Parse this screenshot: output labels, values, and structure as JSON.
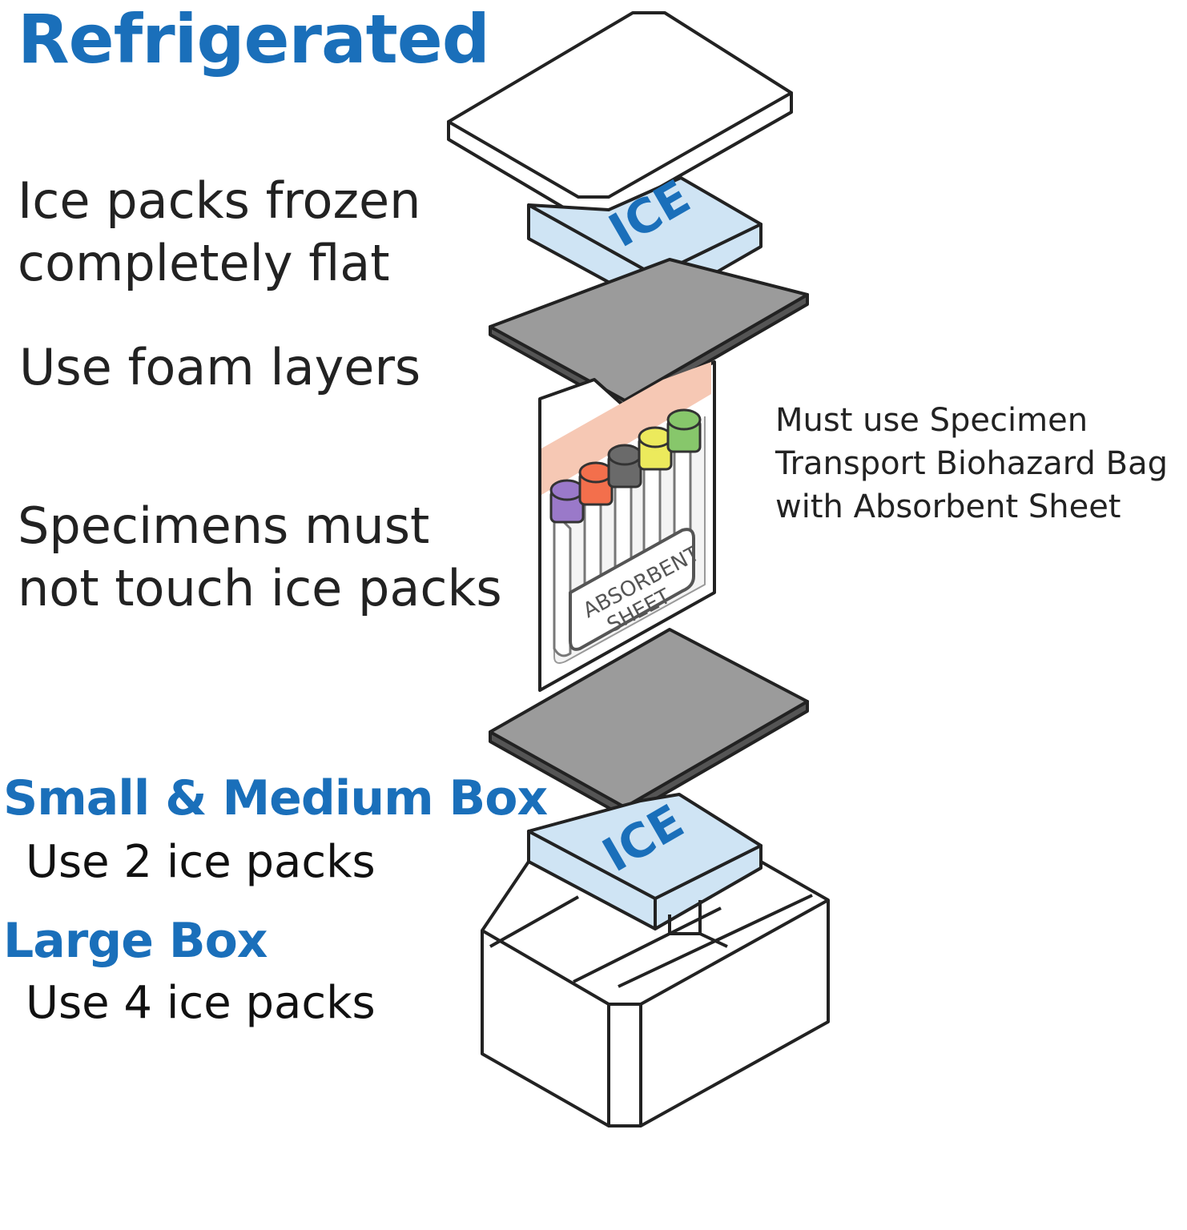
{
  "title": "Refrigerated",
  "notes": {
    "ice_frozen": [
      "Ice packs frozen",
      "completely flat"
    ],
    "foam": "Use foam layers",
    "specimens": [
      "Specimens must",
      "not touch ice packs"
    ]
  },
  "side_note": [
    "Must use Specimen",
    "Transport Biohazard Bag",
    "with Absorbent Sheet"
  ],
  "boxes": {
    "small_medium": {
      "heading": "Small & Medium Box",
      "detail": "Use 2 ice packs"
    },
    "large": {
      "heading": "Large Box",
      "detail": "Use 4 ice packs"
    }
  },
  "illustration": {
    "ice_label": "ICE",
    "absorbent_label": [
      "ABSORBENT",
      "SHEET"
    ]
  },
  "colors": {
    "heading_blue": "#1a6fba",
    "ice_fill": "#cfe4f4",
    "foam_fill": "#9b9b9b",
    "bag_stripe": "#f6c8b4",
    "cap_purple": "#9a79c9",
    "cap_orange": "#f36f4c",
    "cap_gray": "#6a6a6a",
    "cap_yellow": "#ecea5c",
    "cap_green": "#87c76b"
  }
}
